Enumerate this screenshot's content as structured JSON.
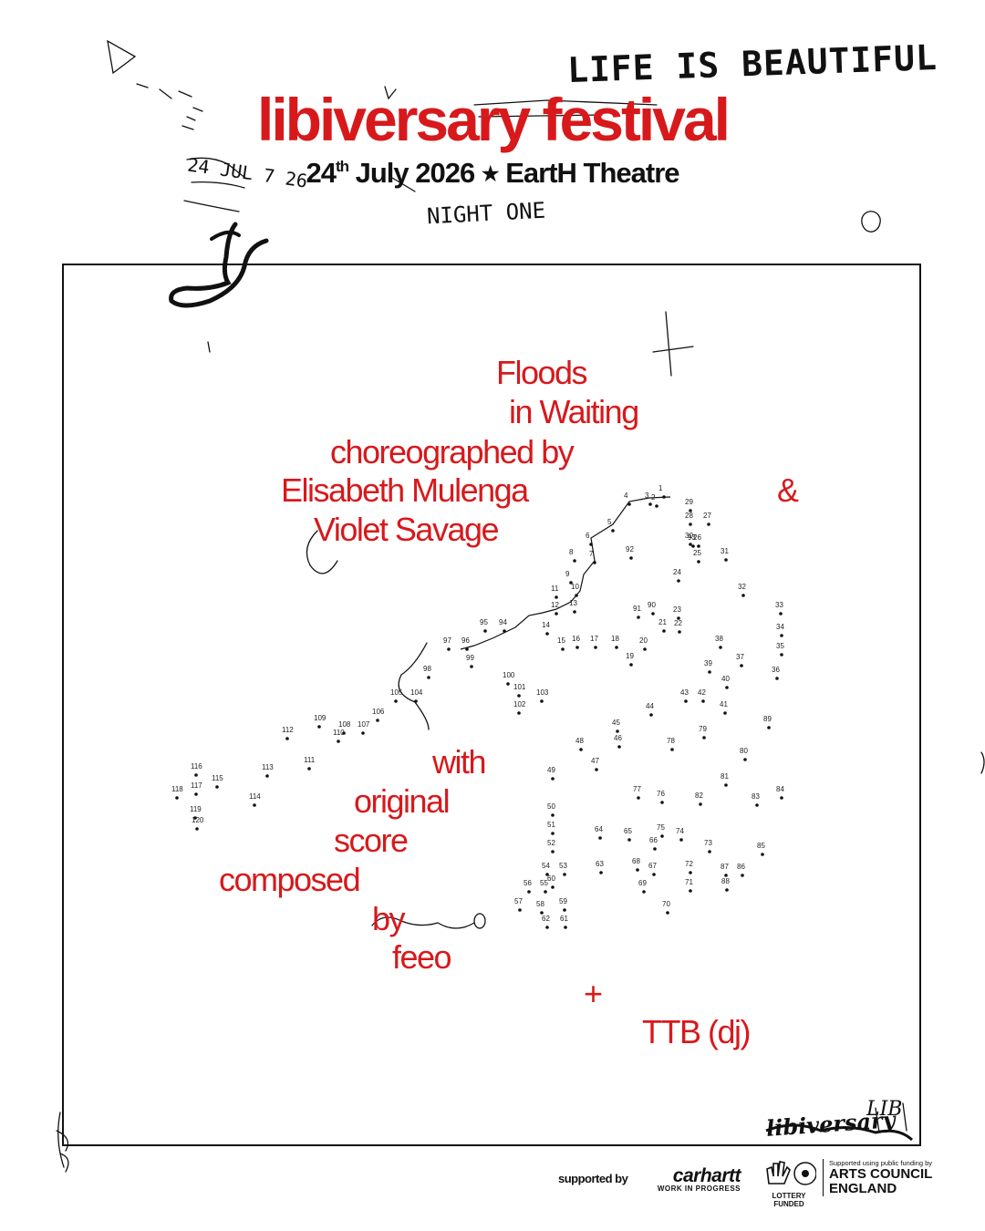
{
  "header": {
    "title": "libiversary festival",
    "date_day": "24",
    "date_suffix": "th",
    "date_rest": " July 2026",
    "separator": "★",
    "venue": "EartH Theatre"
  },
  "scribbles": {
    "life_is_beautiful": "LIFE IS BEAUTIFUL",
    "night_one": "NIGHT ONE",
    "date_scrawl": "24 JUL 7 26",
    "signature": "libiversary",
    "initials": "LIB"
  },
  "programme": {
    "line1": "Floods",
    "line2": "in Waiting",
    "line3": "choreographed by",
    "line4": "Elisabeth Mulenga",
    "amp": "&",
    "line5": "Violet Savage",
    "score1": "with",
    "score2": "original",
    "score3": "score",
    "score4": "composed",
    "score5": "by",
    "score6": "feeo",
    "plus": "+",
    "dj": "TTB (dj)"
  },
  "footer": {
    "supported_by": "supported by",
    "sponsor": "carhartt",
    "sponsor_tag": "WORK IN PROGRESS",
    "lottery": "LOTTERY FUNDED",
    "ace_note": "Supported using public funding by",
    "ace_line1": "ARTS COUNCIL",
    "ace_line2": "ENGLAND"
  },
  "colors": {
    "accent_red": "#d7191c",
    "ink": "#111111",
    "background": "#ffffff"
  }
}
